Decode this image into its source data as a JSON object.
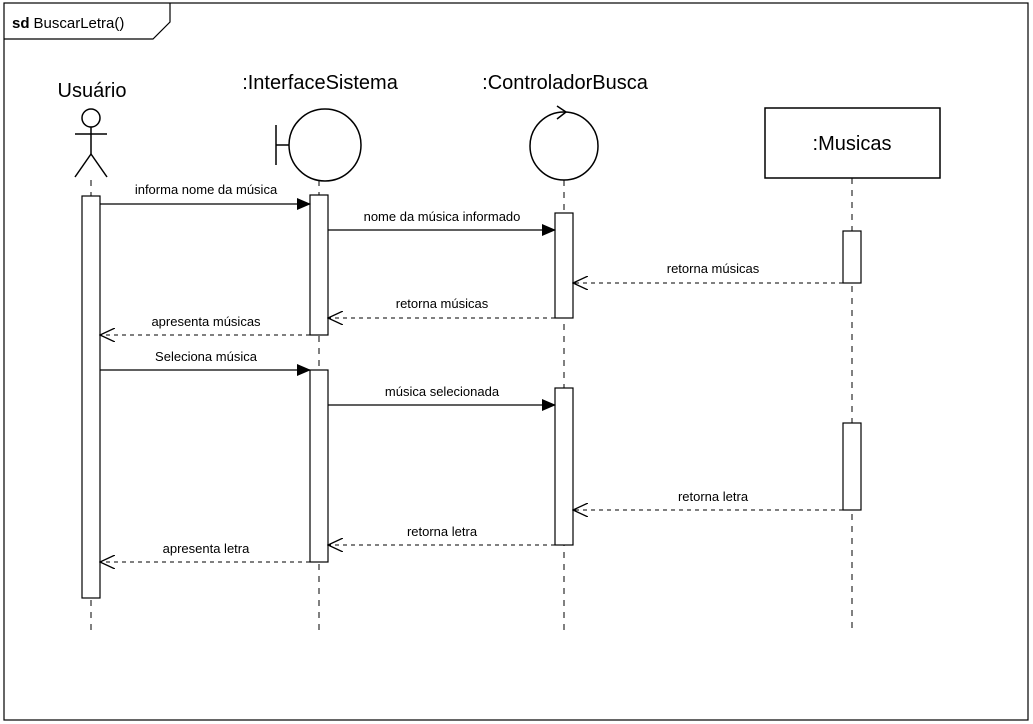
{
  "frame": {
    "keyword": "sd",
    "name": "BuscarLetra()"
  },
  "participants": [
    {
      "id": "user",
      "label": "Usuário",
      "kind": "actor"
    },
    {
      "id": "ui",
      "label": ":InterfaceSistema",
      "kind": "boundary"
    },
    {
      "id": "ctrl",
      "label": ":ControladorBusca",
      "kind": "control"
    },
    {
      "id": "mus",
      "label": ":Musicas",
      "kind": "entity-box"
    }
  ],
  "messages": [
    {
      "from": "user",
      "to": "ui",
      "label": "informa nome da música",
      "style": "sync"
    },
    {
      "from": "ui",
      "to": "ctrl",
      "label": "nome da música informado",
      "style": "sync"
    },
    {
      "from": "mus",
      "to": "ctrl",
      "label": "retorna músicas",
      "style": "return"
    },
    {
      "from": "ctrl",
      "to": "ui",
      "label": "retorna músicas",
      "style": "return"
    },
    {
      "from": "ui",
      "to": "user",
      "label": "apresenta músicas",
      "style": "return"
    },
    {
      "from": "user",
      "to": "ui",
      "label": "Seleciona música",
      "style": "sync"
    },
    {
      "from": "ui",
      "to": "ctrl",
      "label": "música selecionada",
      "style": "sync"
    },
    {
      "from": "mus",
      "to": "ctrl",
      "label": "retorna letra",
      "style": "return"
    },
    {
      "from": "ctrl",
      "to": "ui",
      "label": "retorna letra",
      "style": "return"
    },
    {
      "from": "ui",
      "to": "user",
      "label": "apresenta letra",
      "style": "return"
    }
  ]
}
